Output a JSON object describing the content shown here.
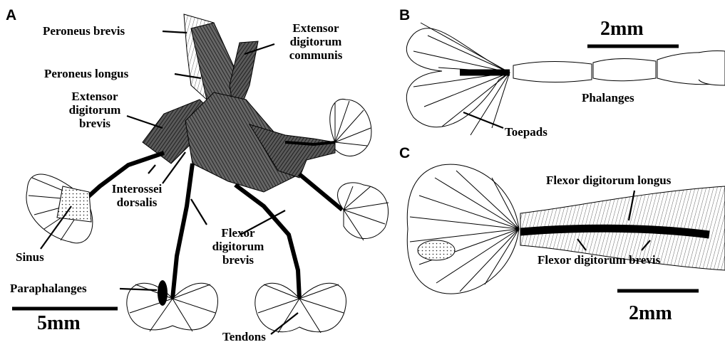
{
  "panels": [
    "A",
    "B",
    "C"
  ],
  "panel_a": {
    "labels": {
      "peroneus_brevis": "Peroneus brevis",
      "peroneus_longus": "Peroneus longus",
      "extensor_digitorum_communis": [
        "Extensor",
        "digitorum",
        "communis"
      ],
      "extensor_digitorum_brevis": [
        "Extensor",
        "digitorum",
        "brevis"
      ],
      "interossei_dorsalis": [
        "Interossei",
        "dorsalis"
      ],
      "sinus": "Sinus",
      "flexor_digitorum_brevis": [
        "Flexor",
        "digitorum",
        "brevis"
      ],
      "paraphalanges": "Paraphalanges",
      "tendons": "Tendons"
    },
    "scale_bar": "5mm"
  },
  "panel_b": {
    "labels": {
      "phalanges": "Phalanges",
      "toepads": "Toepads"
    },
    "scale_bar": "2mm"
  },
  "panel_c": {
    "labels": {
      "flexor_digitorum_longus": "Flexor digitorum longus",
      "flexor_digitorum_brevis": "Flexor digitorum brevis"
    },
    "scale_bar": "2mm"
  },
  "colors": {
    "ink": "#000000",
    "paper": "#ffffff",
    "muscle_fill": "#4a4a4a",
    "tendon": "#0a0a0a"
  }
}
